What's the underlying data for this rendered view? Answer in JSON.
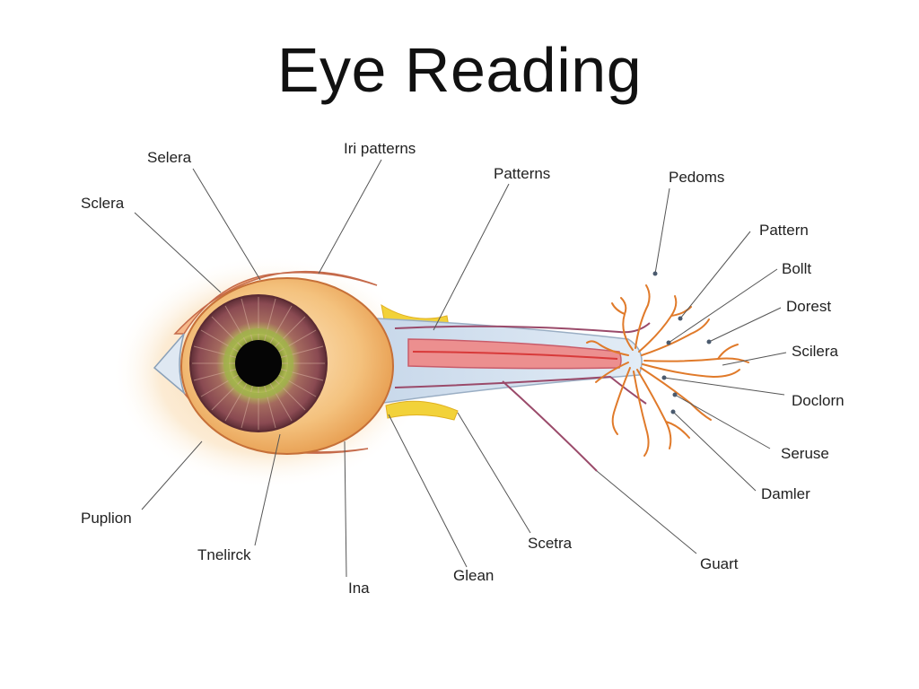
{
  "title": "Eye Reading",
  "labels": {
    "selera": "Selera",
    "iri_patterns": "Iri patterns",
    "patterns": "Patterns",
    "pedoms": "Pedoms",
    "sclera_left": "Sclera",
    "pattern": "Pattern",
    "bollt": "Bollt",
    "dorest": "Dorest",
    "scilera": "Scilera",
    "doclorn": "Doclorn",
    "seruse": "Seruse",
    "damler": "Damler",
    "puplion": "Puplion",
    "tnelirck": "Tnelirck",
    "ina": "Ina",
    "glean": "Glean",
    "scetra": "Scetra",
    "guart": "Guart"
  },
  "colors": {
    "iris": "#8a4a52",
    "iris_ring": "#9fae4a",
    "pupil": "#050505",
    "eyeball": "#f3c07f",
    "glow": "#f9d7a4",
    "nerve": "#e98a8a",
    "fibers": "#e07a2a",
    "leader": "#555555",
    "tendon": "#f2d23a"
  }
}
